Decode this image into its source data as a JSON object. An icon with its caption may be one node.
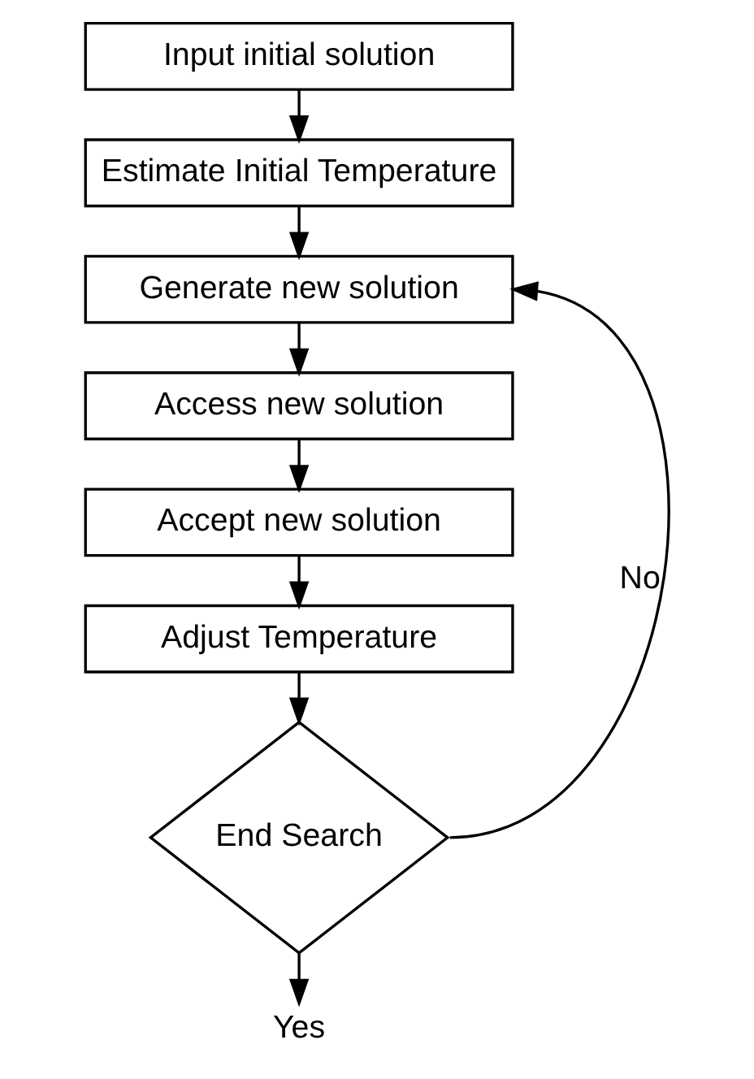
{
  "diagram": {
    "nodes": [
      {
        "text": [
          "Input initial solution"
        ]
      },
      {
        "text": [
          "Estimate Initial Temperature"
        ]
      },
      {
        "text": [
          "Generate new solution"
        ]
      },
      {
        "text": [
          "Access new solution"
        ]
      },
      {
        "text": [
          "Accept new solution"
        ]
      },
      {
        "text": [
          "Adjust Temperature"
        ]
      },
      {
        "text": [
          "End Search"
        ]
      },
      {
        "text": [
          "Yes"
        ]
      }
    ],
    "edges": [
      {
        "from": 0,
        "to": 1,
        "arrow": "to"
      },
      {
        "from": 1,
        "to": 2,
        "arrow": "to"
      },
      {
        "from": 2,
        "to": 3,
        "arrow": "to"
      },
      {
        "from": 3,
        "to": 4,
        "arrow": "to"
      },
      {
        "from": 4,
        "to": 5,
        "arrow": "to"
      },
      {
        "from": 5,
        "to": 6,
        "arrow": "to"
      },
      {
        "from": 6,
        "to": 2,
        "arrow": "to",
        "label": "No"
      },
      {
        "from": 6,
        "to": 7,
        "arrow": "to"
      }
    ]
  }
}
